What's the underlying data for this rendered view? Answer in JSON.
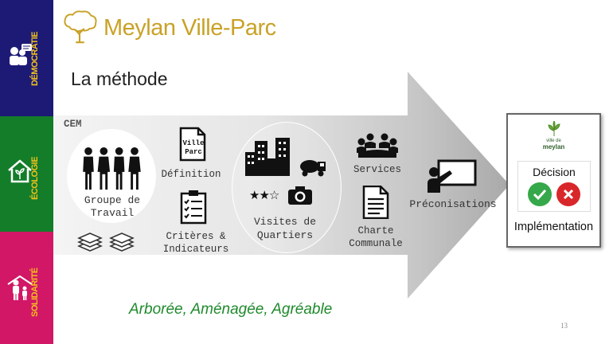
{
  "sidebar": {
    "items": [
      {
        "label": "DÉMOCRATIE",
        "color": "#1d1a76",
        "icon": "people-speech-icon"
      },
      {
        "label": "ÉCOLOGIE",
        "color": "#137d2a",
        "icon": "eco-house-icon"
      },
      {
        "label": "SOLIDARITÉ",
        "color": "#d11766",
        "icon": "family-home-icon"
      }
    ],
    "label_color": "#f2c21b"
  },
  "header": {
    "title": "Meylan Ville-Parc",
    "title_color": "#c9a227",
    "logo_icon": "tree-icon"
  },
  "main": {
    "subtitle": "La méthode",
    "arrow_tag": "CEM",
    "group": {
      "label_line1": "Groupe de",
      "label_line2": "Travail",
      "icon": "people-group-icon",
      "docs_icon": "document-stack-icon"
    },
    "definition": {
      "doc_text_line1": "Ville",
      "doc_text_line2": "Parc",
      "label": "Définition",
      "icon": "document-icon"
    },
    "criteria": {
      "label_line1": "Critères &",
      "label_line2": "Indicateurs",
      "icon": "checklist-icon"
    },
    "visits": {
      "label_line1": "Visites de",
      "label_line2": "Quartiers",
      "stars": "★★☆",
      "icons": [
        "city-buildings-icon",
        "truck-icon",
        "camera-icon"
      ]
    },
    "services": {
      "label": "Services",
      "icon": "meeting-table-icon"
    },
    "charte": {
      "label_line1": "Charte",
      "label_line2": "Communale",
      "icon": "document-lines-icon"
    },
    "preconisations": {
      "label": "Préconisations",
      "icon": "presenter-board-icon"
    },
    "result": {
      "logo_line1": "ville de",
      "logo_line2": "meylan",
      "decision_label": "Décision",
      "approve_icon": "check-icon",
      "reject_icon": "cross-icon",
      "implementation_label": "Implémentation"
    },
    "tagline": "Arborée, Aménagée, Agréable",
    "page_number": "13"
  },
  "colors": {
    "approve": "#35a84a",
    "reject": "#d9262a",
    "tagline": "#1f8a2c"
  }
}
